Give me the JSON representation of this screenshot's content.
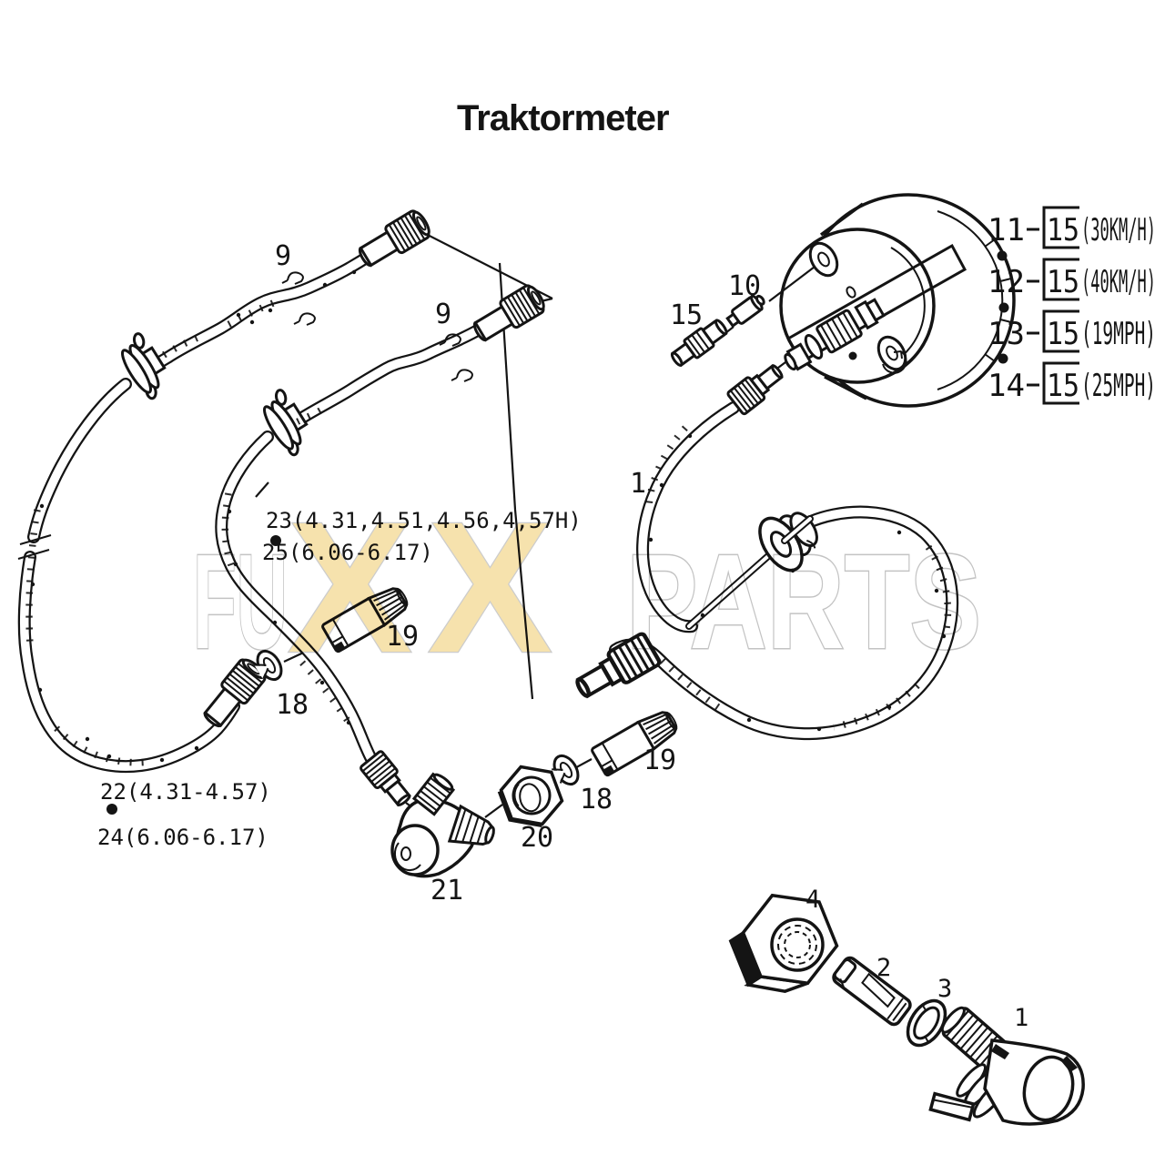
{
  "title": "Traktormeter",
  "watermark": {
    "left": "FU",
    "x1": "X",
    "x2": "X",
    "right": "PARTS"
  },
  "labels": {
    "c9a": "9",
    "c9b": "9",
    "p10": "10",
    "p15": "15",
    "p1cable": "1",
    "p19a": "19",
    "p18a": "18",
    "p19b": "19",
    "p18b": "18",
    "p20": "20",
    "p21": "21",
    "p4": "4",
    "p2": "2",
    "p3": "3",
    "p1drive": "1",
    "note23": "23(4.31,4.51,4.56,4,57H)",
    "note25": "25(6.06-6.17)",
    "note22": "22(4.31-4.57)",
    "note24": "24(6.06-6.17)"
  },
  "speed_list": [
    {
      "ref": "11",
      "part": "15",
      "speed": "(30KM/H)"
    },
    {
      "ref": "12",
      "part": "15",
      "speed": "(40KM/H)"
    },
    {
      "ref": "13",
      "part": "15",
      "speed": "(19MPH)"
    },
    {
      "ref": "14",
      "part": "15",
      "speed": "(25MPH)"
    }
  ]
}
